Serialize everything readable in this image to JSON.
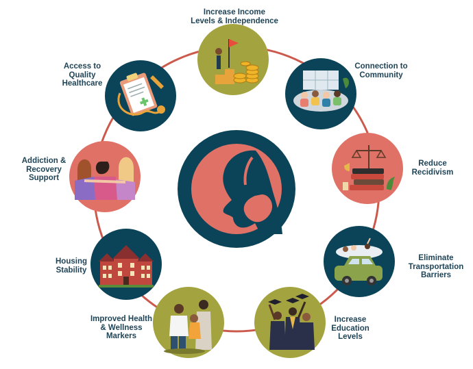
{
  "colors": {
    "navy": "#0b4458",
    "coral": "#e07166",
    "olive": "#a3a33f",
    "ring": "#cc5a4c",
    "label_text": "#1f4457"
  },
  "center": {
    "icon": "woman-child-silhouette-icon",
    "fill": "navy"
  },
  "nodes": [
    {
      "id": "income",
      "label_lines": [
        "Increase Income",
        "Levels & Independence"
      ],
      "fill": "olive",
      "icon": "career-growth-coins-icon"
    },
    {
      "id": "community",
      "label_lines": [
        "Connection to",
        "Community"
      ],
      "fill": "navy",
      "icon": "community-gathering-icon"
    },
    {
      "id": "recidivism",
      "label_lines": [
        "Reduce",
        "Recidivism"
      ],
      "fill": "coral",
      "icon": "law-books-scales-icon"
    },
    {
      "id": "transportation",
      "label_lines": [
        "Eliminate",
        "Transportation",
        "Barriers"
      ],
      "fill": "navy",
      "icon": "car-travel-icon"
    },
    {
      "id": "education",
      "label_lines": [
        "Increase",
        "Education",
        "Levels"
      ],
      "fill": "olive",
      "icon": "graduates-icon"
    },
    {
      "id": "health",
      "label_lines": [
        "Improved Health",
        "& Wellness",
        "Markers"
      ],
      "fill": "olive",
      "icon": "doctor-family-icon"
    },
    {
      "id": "housing",
      "label_lines": [
        "Housing",
        "Stability"
      ],
      "fill": "navy",
      "icon": "houses-icon"
    },
    {
      "id": "addiction",
      "label_lines": [
        "Addiction &",
        "Recovery",
        "Support"
      ],
      "fill": "coral",
      "icon": "support-group-hug-icon"
    },
    {
      "id": "healthcare",
      "label_lines": [
        "Access to",
        "Quality",
        "Healthcare"
      ],
      "fill": "navy",
      "icon": "clipboard-stethoscope-icon"
    }
  ]
}
